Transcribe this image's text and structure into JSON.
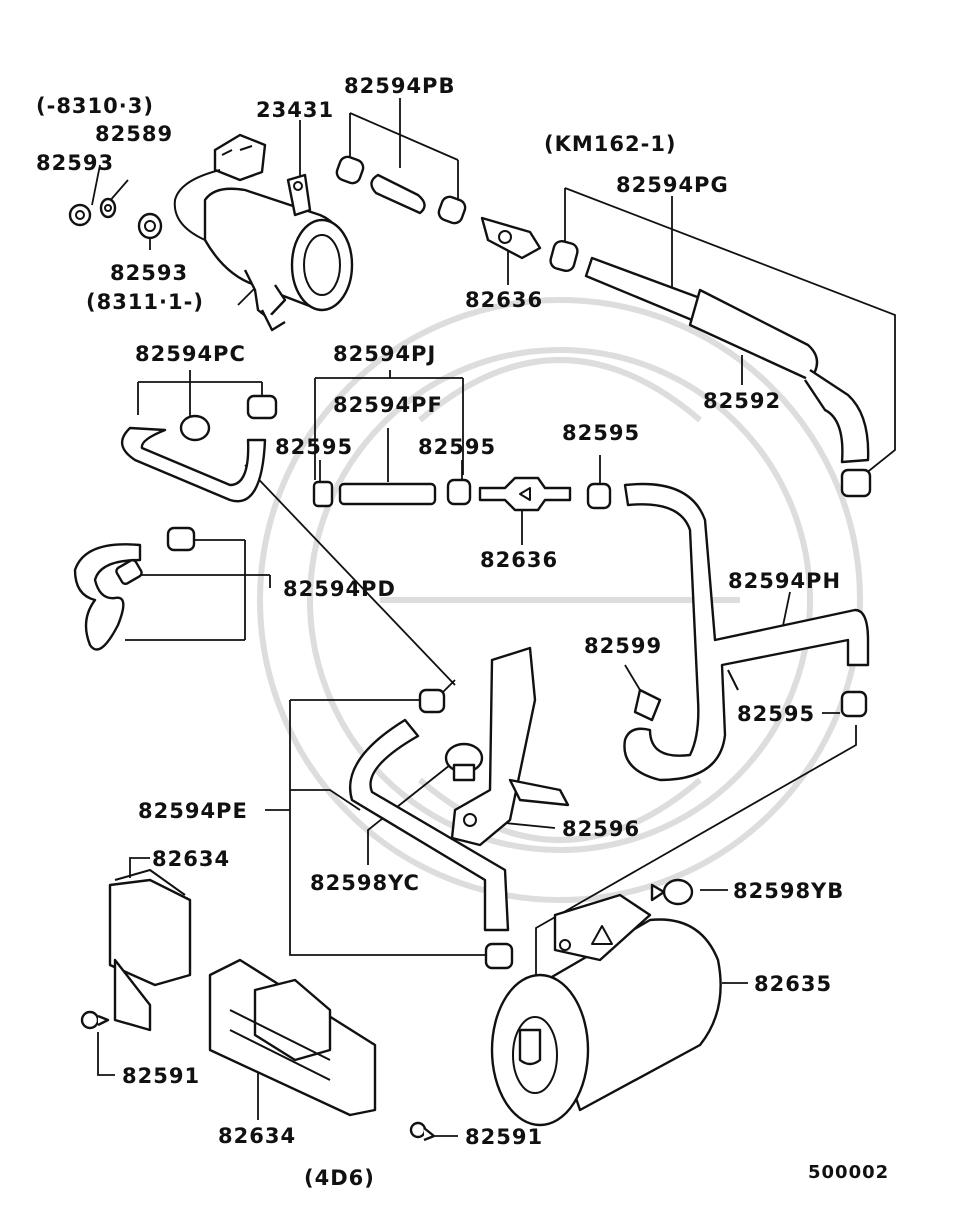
{
  "labels": {
    "note_8310": "(-8310·3)",
    "p82589": "82589",
    "p82593_a": "82593",
    "p23431": "23431",
    "p82594PB": "82594PB",
    "note_km162": "(KM162-1)",
    "p82594PG": "82594PG",
    "p82593_b": "82593",
    "note_8311": "(8311·1-)",
    "p82636_a": "82636",
    "p82594PC": "82594PC",
    "p82594PJ": "82594PJ",
    "p82594PF": "82594PF",
    "p82592": "82592",
    "p82595_a": "82595",
    "p82595_b": "82595",
    "p82595_c": "82595",
    "p82636_b": "82636",
    "p82594PD": "82594PD",
    "p82594PH": "82594PH",
    "p82599": "82599",
    "p82595_d": "82595",
    "p82594PE": "82594PE",
    "p82596": "82596",
    "p82634_a": "82634",
    "p82598YC": "82598YC",
    "p82598YB": "82598YB",
    "p82635": "82635",
    "p82591_a": "82591",
    "p82634_b": "82634",
    "p82591_b": "82591",
    "note_4d6": "(4D6)",
    "diagram_id": "500002"
  }
}
